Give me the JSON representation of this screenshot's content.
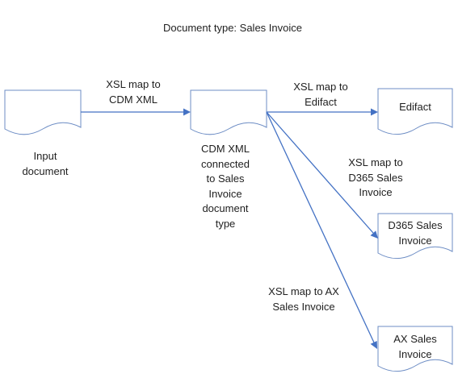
{
  "title": "Document type: Sales Invoice",
  "nodes": {
    "input": {
      "label": "Input\ndocument"
    },
    "cdm": {
      "label": "CDM XML\nconnected\nto Sales\nInvoice\ndocument\ntype"
    },
    "edifact": {
      "label": "Edifact"
    },
    "d365": {
      "label": "D365 Sales\nInvoice"
    },
    "ax": {
      "label": "AX Sales\nInvoice"
    }
  },
  "edges": {
    "input_to_cdm": {
      "label": "XSL map to\nCDM XML"
    },
    "cdm_to_edifact": {
      "label": "XSL map to\nEdifact"
    },
    "cdm_to_d365": {
      "label": "XSL map to\nD365 Sales\nInvoice"
    },
    "cdm_to_ax": {
      "label": "XSL map to AX\nSales Invoice"
    }
  },
  "colors": {
    "connector": "#4472c4",
    "shape_border": "#6c8cc4",
    "text": "#1f1f1f"
  }
}
